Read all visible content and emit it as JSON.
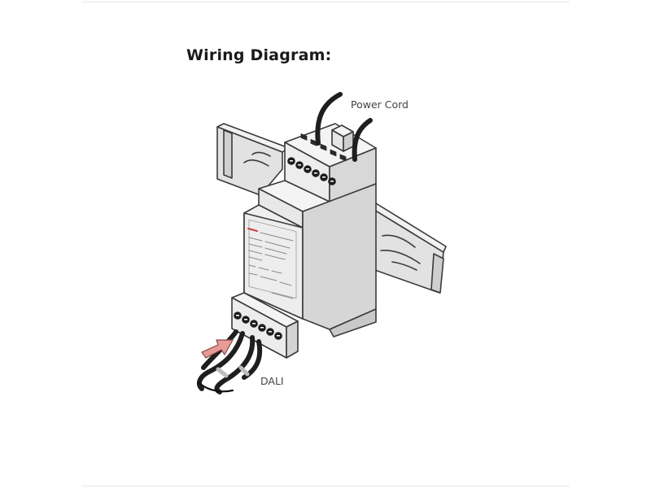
{
  "heading": "Wiring Diagram:",
  "labels": {
    "power_cord": "Power Cord",
    "dali": "DALI"
  },
  "colors": {
    "outline": "#3a3a3a",
    "device_front": "#ededed",
    "device_side": "#d8d8d8",
    "rail": "#e2e2e2",
    "cable": "#1e1e1e",
    "arrow": "#e79b97",
    "brand_mark": "#cf3b3b"
  },
  "icons": [
    "arrow-icon"
  ]
}
